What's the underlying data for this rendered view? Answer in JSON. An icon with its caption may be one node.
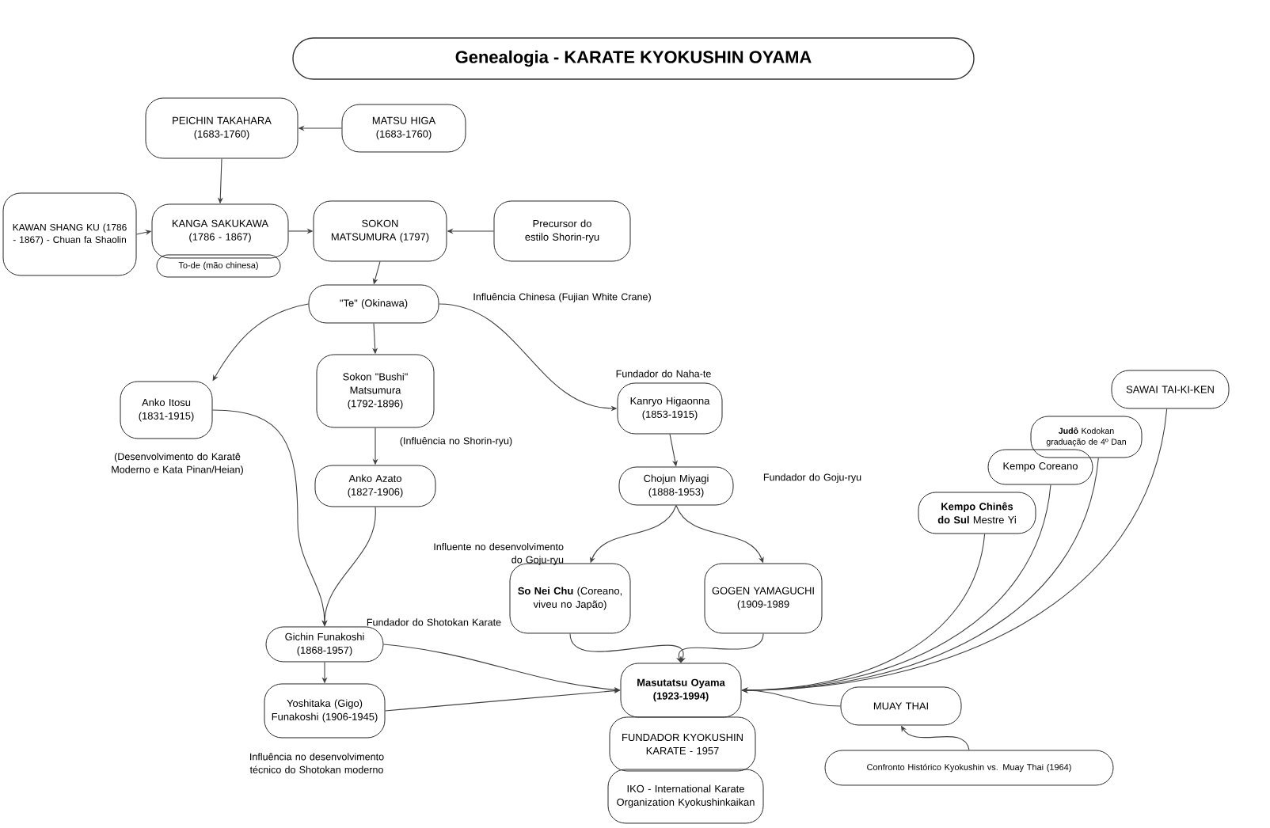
{
  "diagram": {
    "title": "Genealogia - KARATE KYOKUSHIN OYAMA",
    "nodes": [
      {
        "text": [
          "PEICHIN TAKAHARA (1683-1760)"
        ]
      },
      {
        "text": [
          "MATSU HIGA (1683-1760)"
        ]
      },
      {
        "text": [
          "KAWAN SHANG KU (1786 - 1867) - Chuan fa Shaolin"
        ]
      },
      {
        "text": [
          "KANGA SAKUKAWA (1786 - 1867)"
        ]
      },
      {
        "text": [
          "To-de (mão chinesa)"
        ]
      },
      {
        "text": [
          "SOKON MATSUMURA (1797)"
        ]
      },
      {
        "text": [
          "Precursor do estilo Shorin-ryu"
        ]
      },
      {
        "text": [
          "\"Te\" (Okinawa)"
        ]
      },
      {
        "text": [
          "Anko Itosu (1831-1915)"
        ],
        "beside": [
          "(Desenvolvimento do Karatê Moderno e Kata Pinan/Heian)"
        ]
      },
      {
        "text": [
          "Sokon \"Bushi\" Matsumura (1792-1896)"
        ]
      },
      {
        "text": [
          "Anko Azato (1827-1906)"
        ]
      },
      {
        "text": [
          "Kanryo Higaonna (1853-1915)"
        ],
        "beside": [
          "Fundador do Naha-te"
        ]
      },
      {
        "text": [
          "Chojun Miyagi (1888-1953)"
        ],
        "beside": [
          "Fundador do Goju-ryu"
        ]
      },
      {
        "text": [
          "**So Nei Chu** (Coreano, viveu no Japão)"
        ],
        "beside": [
          "Influente no desenvolvimento do Goju-ryu"
        ]
      },
      {
        "text": [
          "GOGEN YAMAGUCHI (1909-1989"
        ]
      },
      {
        "text": [
          "Gichin Funakoshi (1868-1957)"
        ],
        "beside": [
          "Fundador do Shotokan Karate"
        ]
      },
      {
        "text": [
          "Yoshitaka (Gigo) Funakoshi (1906-1945)"
        ],
        "beside": [
          "Influência no desenvolvimento técnico do Shotokan moderno"
        ]
      },
      {
        "text": [
          "**Masutatsu Oyama (1923-1994)**"
        ]
      },
      {
        "text": [
          "FUNDADOR KYOKUSHIN KARATE - 1957"
        ]
      },
      {
        "text": [
          "IKO - International Karate Organization Kyokushinkaikan"
        ]
      },
      {
        "text": [
          "SAWAI TAI-KI-KEN"
        ]
      },
      {
        "text": [
          "**Judô** Kodokan graduação de 4º Dan"
        ]
      },
      {
        "text": [
          "Kempo Coreano"
        ]
      },
      {
        "text": [
          "**Kempo Chinês do Sul** Mestre Yi"
        ]
      },
      {
        "text": [
          "MUAY THAI"
        ]
      },
      {
        "text": [
          "Confronto Histórico Kyokushin vs. Muay Thai (1964)"
        ]
      }
    ],
    "edges": [
      {
        "from": 1,
        "to": 0,
        "arrow": "to"
      },
      {
        "from": 0,
        "to": 3,
        "arrow": "to"
      },
      {
        "from": 2,
        "to": 3,
        "arrow": "to"
      },
      {
        "from": 3,
        "to": 5,
        "arrow": "to"
      },
      {
        "from": 6,
        "to": 5,
        "arrow": "to"
      },
      {
        "from": 5,
        "to": 7,
        "arrow": "to"
      },
      {
        "from": 7,
        "to": 8,
        "arrow": "to"
      },
      {
        "from": 7,
        "to": 9,
        "arrow": "to"
      },
      {
        "from": 7,
        "to": 11,
        "arrow": "to"
      },
      {
        "from": 9,
        "to": 10,
        "arrow": "to"
      },
      {
        "from": 11,
        "to": 12,
        "arrow": "to"
      },
      {
        "from": 12,
        "to": 13,
        "arrow": "to"
      },
      {
        "from": 12,
        "to": 14,
        "arrow": "to"
      },
      {
        "from": 10,
        "to": 15,
        "arrow": "to"
      },
      {
        "from": 8,
        "to": 15,
        "arrow": "to"
      },
      {
        "from": 15,
        "to": 16,
        "arrow": "to"
      },
      {
        "from": 15,
        "to": 17,
        "arrow": "to"
      },
      {
        "from": 16,
        "to": 17,
        "arrow": "to"
      },
      {
        "from": 13,
        "to": 17,
        "arrow": "to"
      },
      {
        "from": 14,
        "to": 17,
        "arrow": "to"
      },
      {
        "from": 20,
        "to": 17,
        "arrow": "to"
      },
      {
        "from": 21,
        "to": 17,
        "arrow": "to"
      },
      {
        "from": 22,
        "to": 17,
        "arrow": "to"
      },
      {
        "from": 23,
        "to": 17,
        "arrow": "to"
      },
      {
        "from": 24,
        "to": 17,
        "arrow": "to"
      },
      {
        "from": 25,
        "to": 24,
        "arrow": "to"
      }
    ],
    "labels": [
      "Influência Chinesa (Fujian White Crane)",
      "(Influência no Shorin-ryu)"
    ]
  }
}
